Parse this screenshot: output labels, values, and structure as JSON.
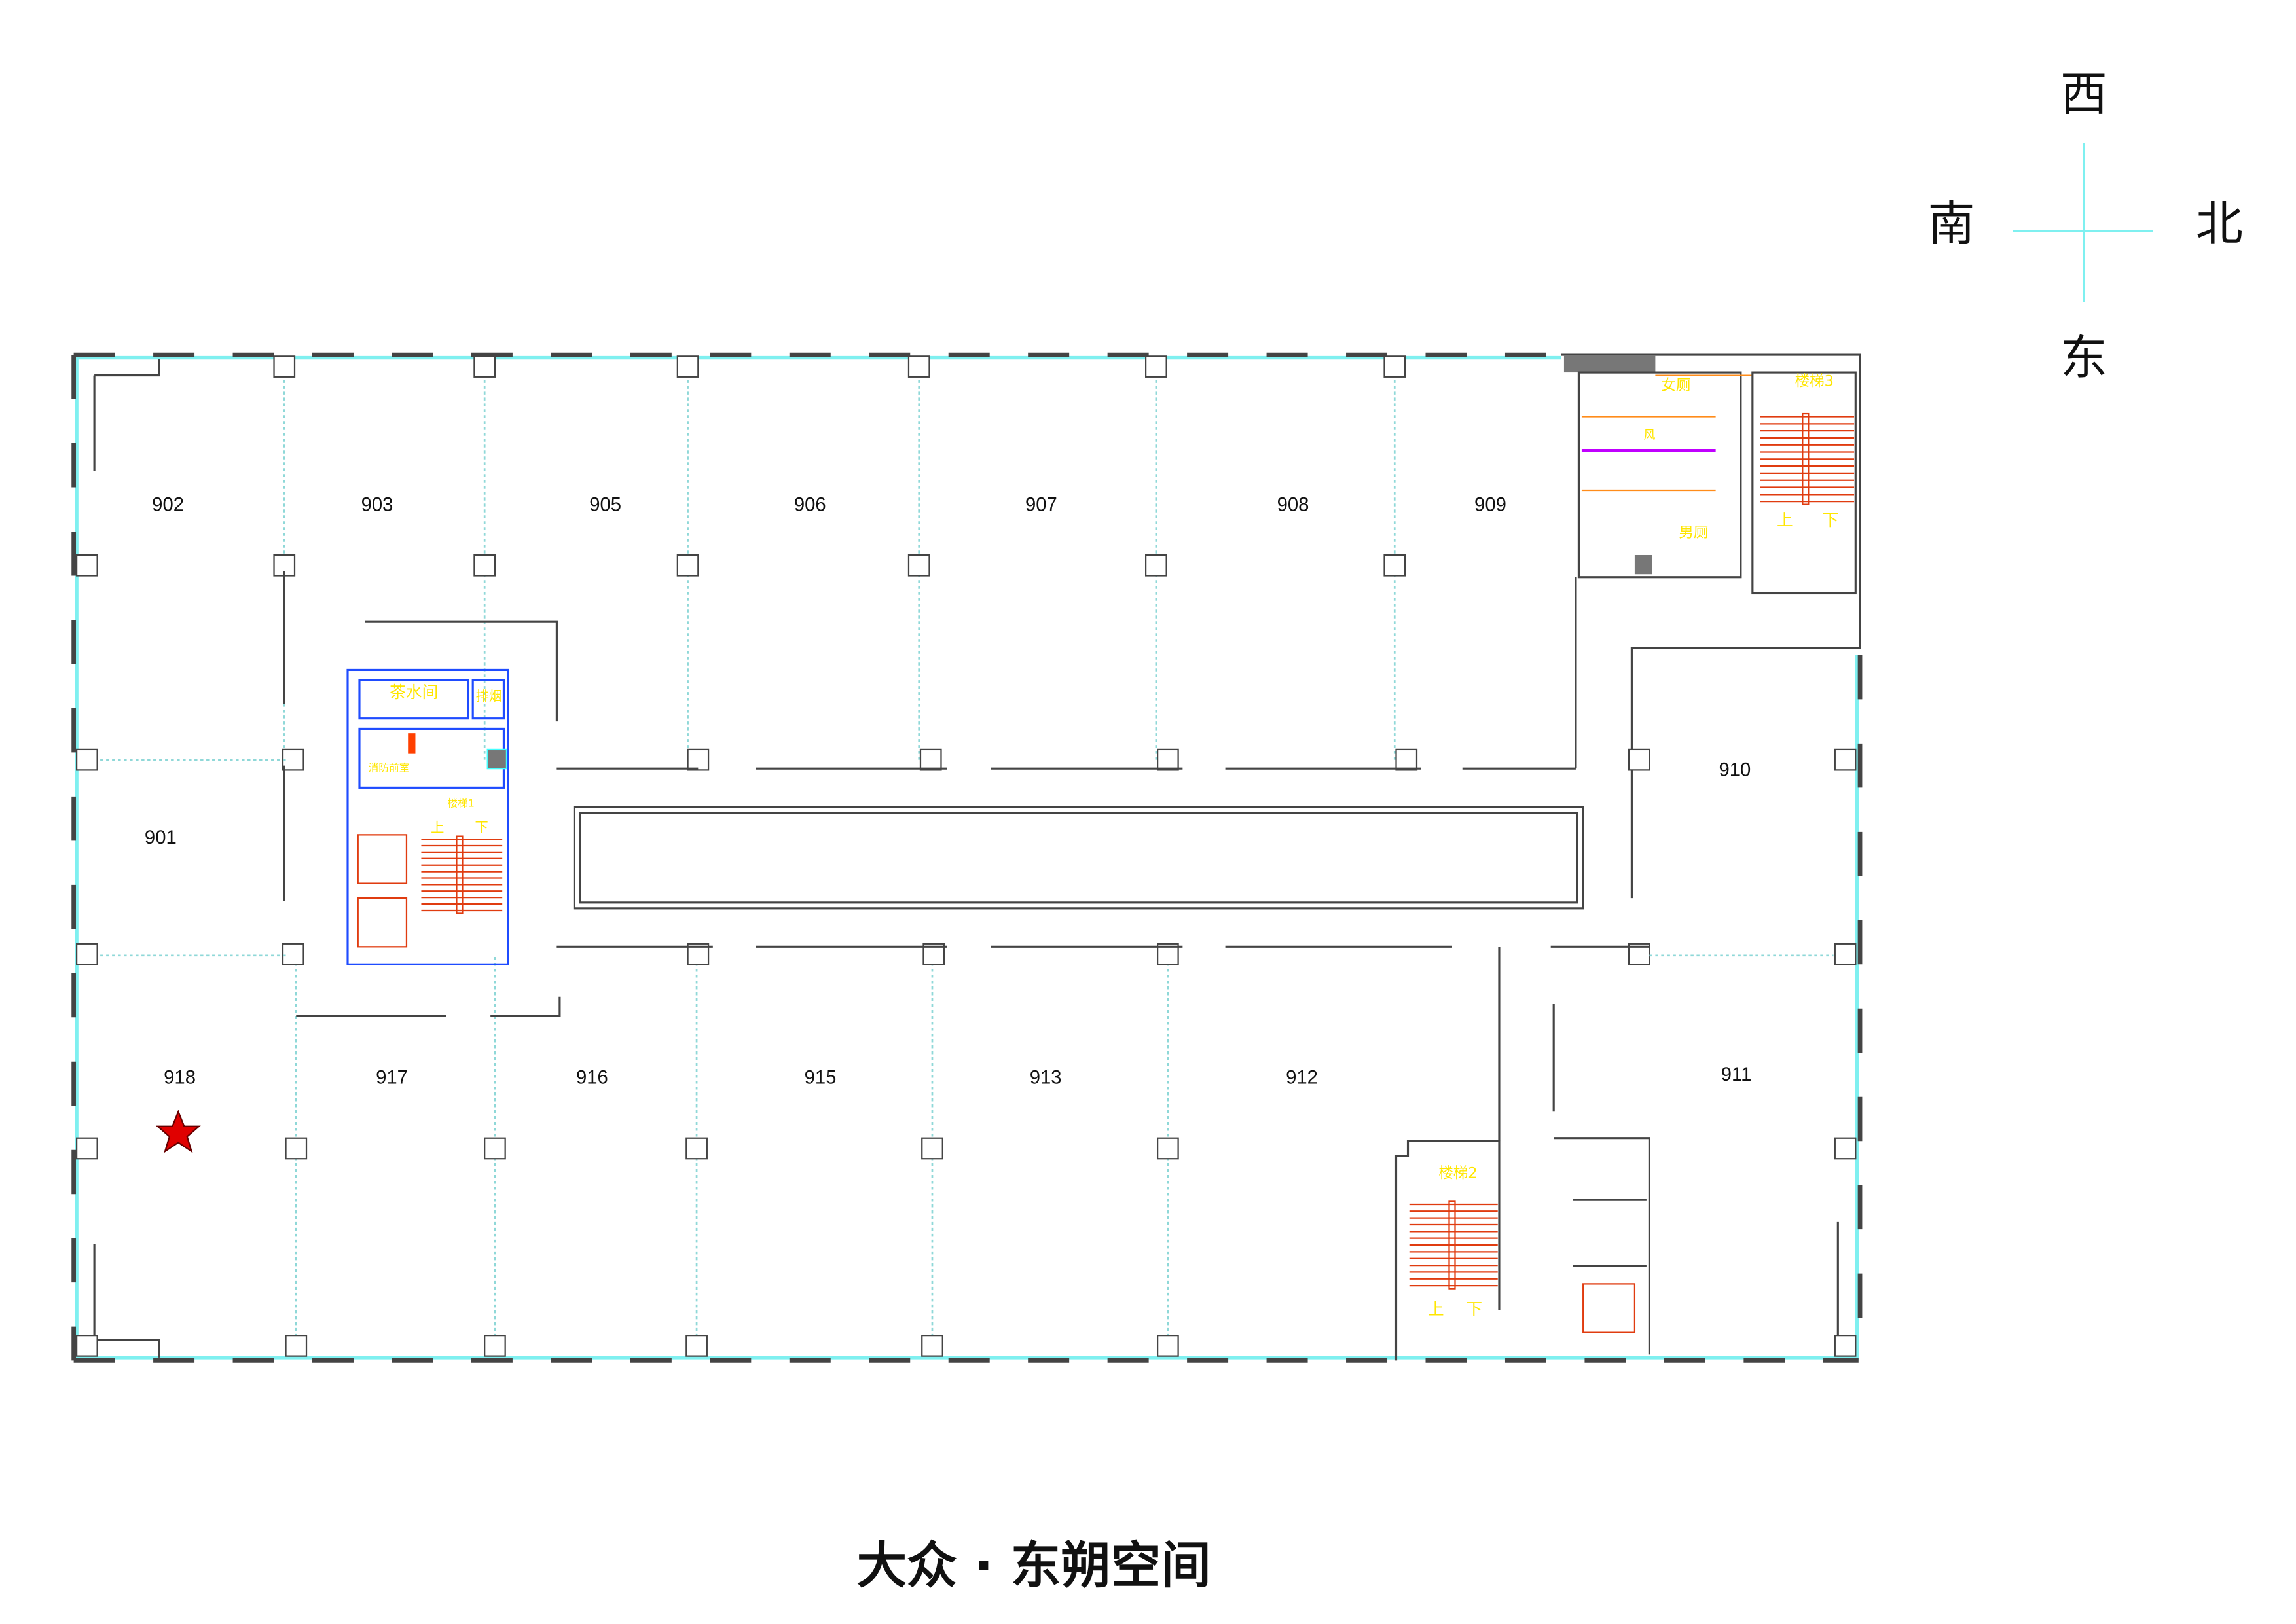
{
  "compass": {
    "west": "西",
    "south": "南",
    "north": "北",
    "east": "东"
  },
  "rooms": [
    "902",
    "903",
    "905",
    "906",
    "907",
    "908",
    "909",
    "901",
    "910",
    "918",
    "917",
    "916",
    "915",
    "913",
    "912",
    "911"
  ],
  "core_labels": {
    "pantry": "茶水间",
    "smoke_exhaust": "排烟",
    "fire_lobby": "消防前室",
    "stair1": "楼梯1",
    "up": "上",
    "down": "下"
  },
  "toilet_labels": {
    "women": "女厕",
    "men": "男厕",
    "vent": "风"
  },
  "stair_labels": {
    "stair2": "楼梯2",
    "stair3": "楼梯3",
    "up": "上",
    "down": "下"
  },
  "marker": {
    "icon": "star-icon",
    "room": "918",
    "color": "#e00000"
  },
  "title": "大众 · 东朔空间",
  "colors": {
    "window": "#7ff0f0",
    "label": "#ffe600",
    "stair": "#e03c10",
    "core": "#1f4cff"
  }
}
